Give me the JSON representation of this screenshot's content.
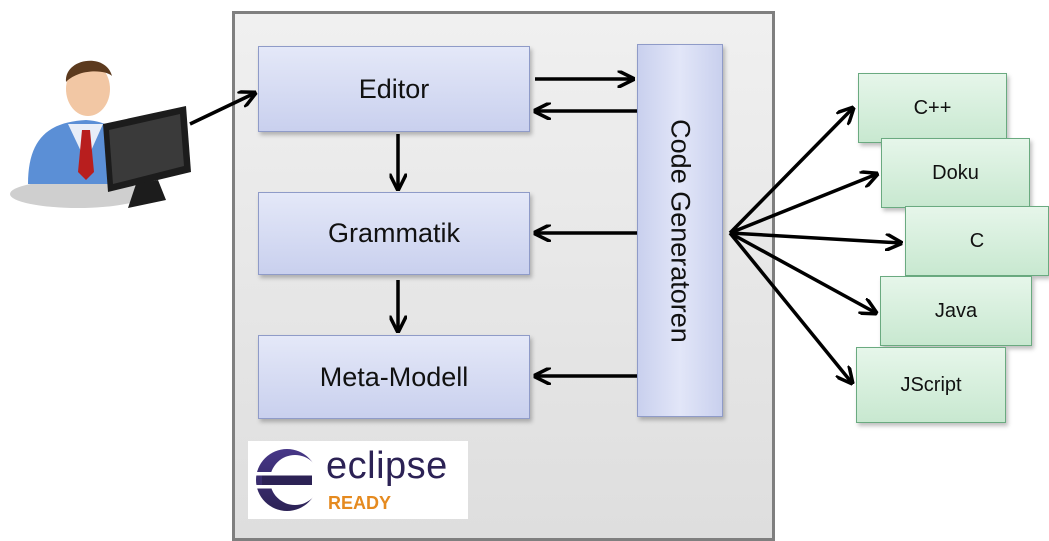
{
  "boxes": {
    "editor": "Editor",
    "grammatik": "Grammatik",
    "meta_modell": "Meta-Modell",
    "code_generatoren": "Code Generatoren"
  },
  "outputs": [
    "C++",
    "Doku",
    "C",
    "Java",
    "JScript"
  ],
  "logo": {
    "word": "eclipse",
    "tag": "READY"
  },
  "colors": {
    "box_fill": "#d4daf2",
    "output_fill": "#d8f0de",
    "frame": "#e6e6e6",
    "logo_text": "#2c2255",
    "logo_accent": "#e58a1f"
  }
}
